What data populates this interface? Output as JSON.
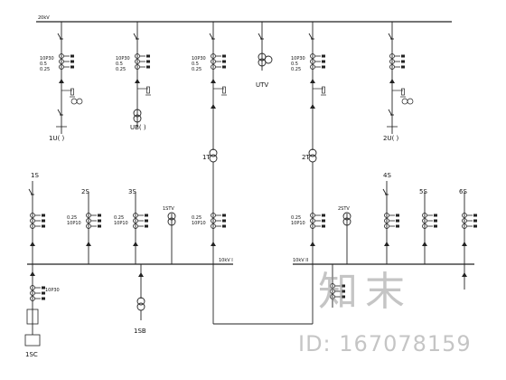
{
  "diagram": {
    "title": "",
    "colors": {
      "line": "#222222",
      "watermark": "#9a9a9a"
    },
    "labels": {
      "top_voltage": "20kV",
      "utv": "UTV",
      "bus_left": "10kV I",
      "bus_right": "10kV II",
      "tr_left": "1T",
      "tr_right": "2T",
      "tv1": "1STV",
      "tv2": "2STV",
      "ft1": "1U( )",
      "ft2": "UB( )",
      "ft5": "2U( )",
      "fdr1": "1S",
      "fdr2": "2S",
      "fdr3": "3S",
      "fdr4": "4S",
      "fdr5": "5S",
      "fdr6": "6S",
      "station": "1SB",
      "bottom_left": "1SC",
      "ct_a": "10P30",
      "ct_b": "0.5",
      "ct_c": "0.25",
      "ct_d": "10P10",
      "ct_e": "10P30"
    },
    "watermark": {
      "brand": "知末",
      "id_text": "ID: 167078159"
    }
  }
}
